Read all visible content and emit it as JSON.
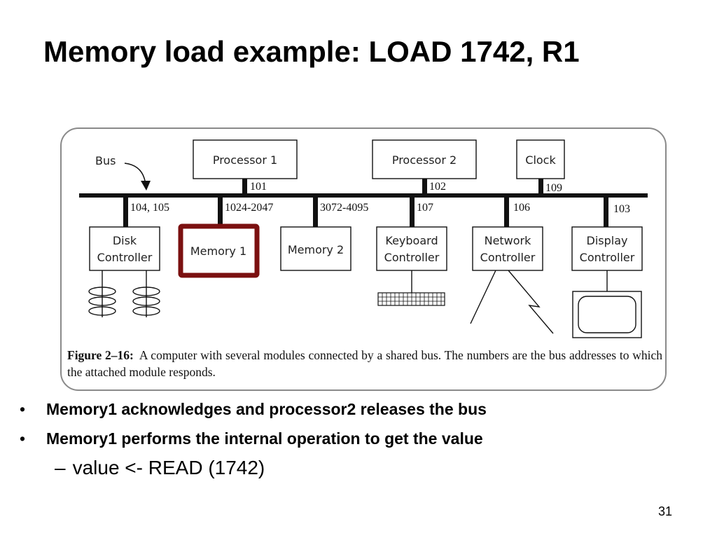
{
  "slide": {
    "title": "Memory load example: LOAD 1742, R1",
    "page_number": "31"
  },
  "figure": {
    "bus_label": "Bus",
    "modules_top": [
      {
        "label": "Processor 1",
        "address": "101"
      },
      {
        "label": "Processor 2",
        "address": "102"
      },
      {
        "label": "Clock",
        "address": "109"
      }
    ],
    "modules_bottom": [
      {
        "line1": "Disk",
        "line2": "Controller",
        "address": "104, 105"
      },
      {
        "line1": "Memory 1",
        "line2": "",
        "address": "1024-2047",
        "highlighted": true
      },
      {
        "line1": "Memory 2",
        "line2": "",
        "address": "3072-4095"
      },
      {
        "line1": "Keyboard",
        "line2": "Controller",
        "address": "107"
      },
      {
        "line1": "Network",
        "line2": "Controller",
        "address": "106"
      },
      {
        "line1": "Display",
        "line2": "Controller",
        "address": "103"
      }
    ],
    "highlight_color": "#7b1010",
    "caption_label": "Figure 2–16:",
    "caption_text": "A computer with several modules connected by a shared bus. The numbers are the bus addresses to which the attached module responds."
  },
  "bullets": [
    "Memory1 acknowledges and processor2 releases the bus",
    "Memory1 performs the internal operation to get the value"
  ],
  "sub_bullet": "value <- READ (1742)"
}
